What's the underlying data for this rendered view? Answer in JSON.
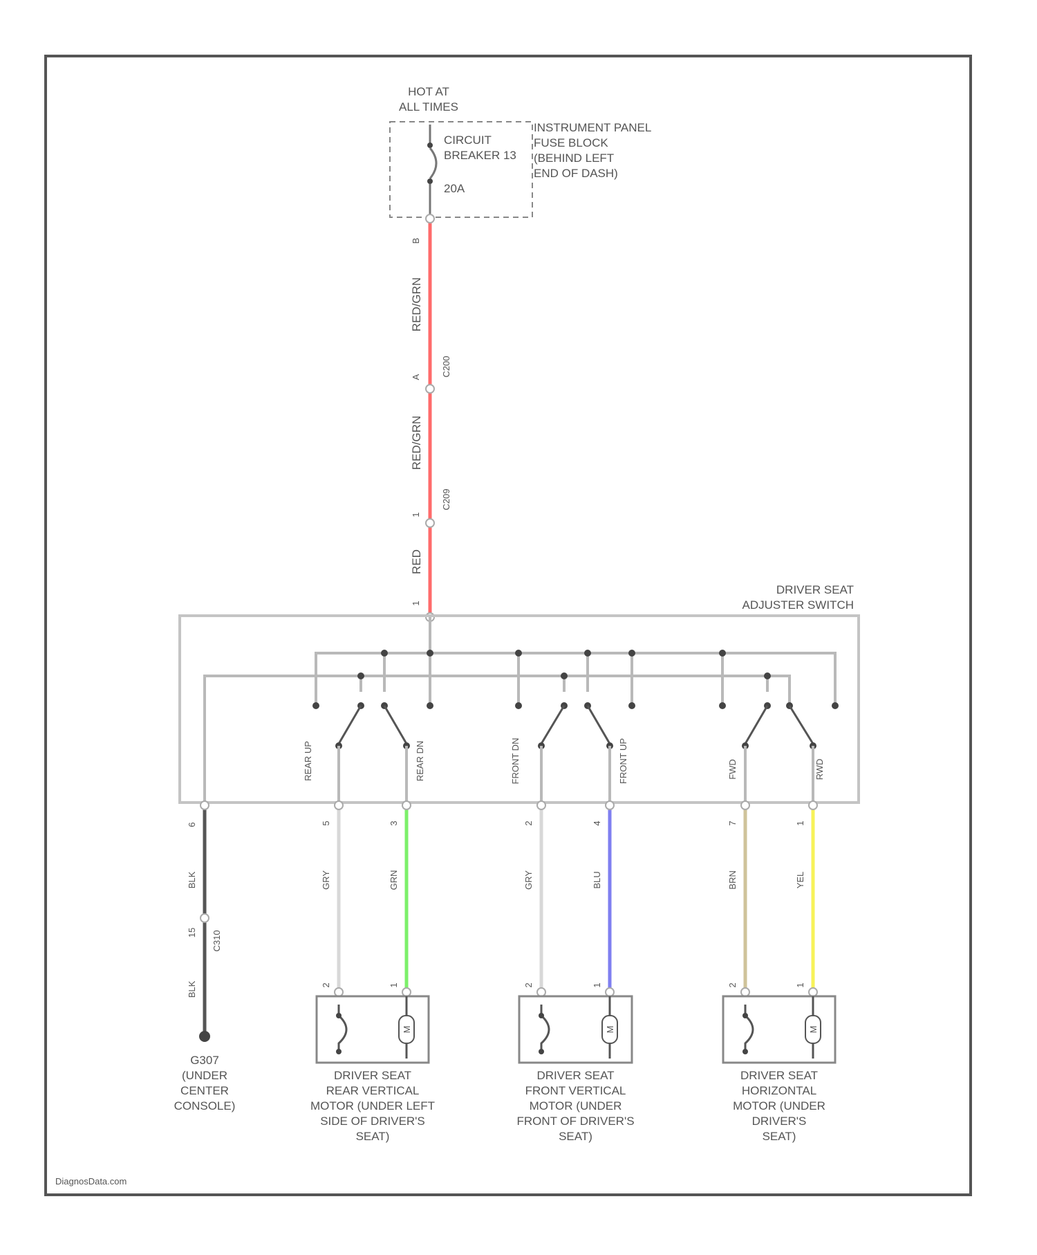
{
  "source": {
    "hot_label_1": "HOT AT",
    "hot_label_2": "ALL TIMES"
  },
  "circuit_breaker": {
    "name_1": "CIRCUIT",
    "name_2": "BREAKER 13",
    "rating": "20A"
  },
  "fuse_block": {
    "line1": "INSTRUMENT PANEL",
    "line2": "FUSE BLOCK",
    "line3": "(BEHIND LEFT",
    "line4": "END OF DASH)"
  },
  "feed_wire": {
    "color": "#ff6b6b",
    "segments": [
      {
        "color_code": "RED/GRN",
        "pin_top": "B",
        "pin_bottom": "A",
        "connector": "C200"
      },
      {
        "color_code": "RED/GRN",
        "pin_top": "A",
        "pin_bottom": "1",
        "connector": "C209"
      },
      {
        "color_code": "RED",
        "pin_bottom": "1",
        "connector": ""
      }
    ]
  },
  "adjuster_switch": {
    "line1": "DRIVER SEAT",
    "line2": "ADJUSTER SWITCH"
  },
  "switch_positions": {
    "rear_up": "REAR UP",
    "rear_dn": "REAR DN",
    "front_dn": "FRONT DN",
    "front_up": "FRONT UP",
    "fwd": "FWD",
    "rwd": "RWD"
  },
  "ground": {
    "pin": "6",
    "wire": "BLK",
    "connector": "C310",
    "pin2": "15",
    "wire2": "BLK",
    "name_1": "G307",
    "name_2": "(UNDER",
    "name_3": "CENTER",
    "name_4": "CONSOLE)"
  },
  "output_wires": [
    {
      "pin": "5",
      "code": "GRY",
      "color": "#d8d8d8",
      "motor_pin": "2"
    },
    {
      "pin": "3",
      "code": "GRN",
      "color": "#7cf06a",
      "motor_pin": "1"
    },
    {
      "pin": "2",
      "code": "GRY",
      "color": "#d8d8d8",
      "motor_pin": "2"
    },
    {
      "pin": "4",
      "code": "BLU",
      "color": "#7f7ff0",
      "motor_pin": "1"
    },
    {
      "pin": "7",
      "code": "BRN",
      "color": "#cfc39a",
      "motor_pin": "2"
    },
    {
      "pin": "1",
      "code": "YEL",
      "color": "#f7f25a",
      "motor_pin": "1"
    }
  ],
  "motors": [
    {
      "l1": "DRIVER SEAT",
      "l2": "REAR VERTICAL",
      "l3": "MOTOR (UNDER LEFT",
      "l4": "SIDE OF DRIVER'S",
      "l5": "SEAT)"
    },
    {
      "l1": "DRIVER SEAT",
      "l2": "FRONT VERTICAL",
      "l3": "MOTOR (UNDER",
      "l4": "FRONT OF DRIVER'S",
      "l5": "SEAT)"
    },
    {
      "l1": "DRIVER SEAT",
      "l2": "HORIZONTAL",
      "l3": "MOTOR (UNDER",
      "l4": "DRIVER'S",
      "l5": "SEAT)"
    }
  ],
  "motor_symbol": "M",
  "watermark": "DiagnosData.com"
}
